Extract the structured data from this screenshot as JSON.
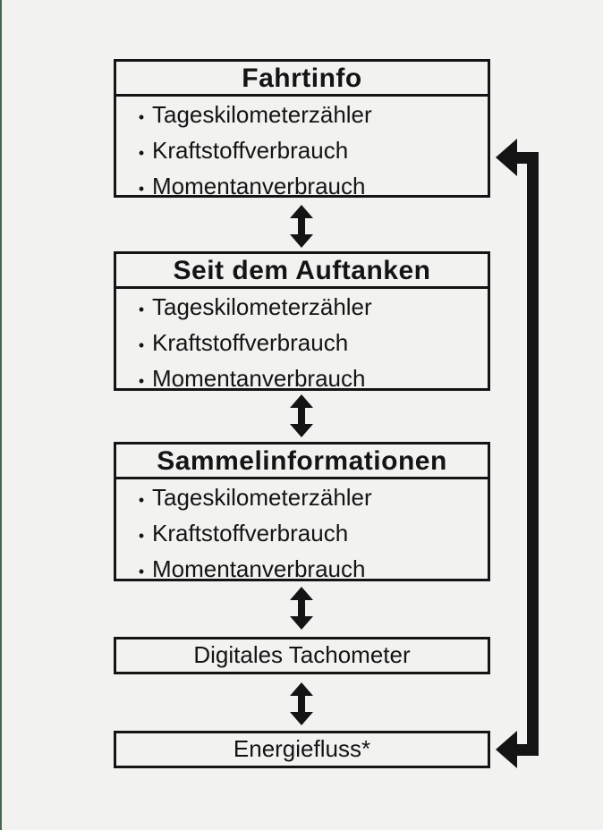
{
  "page": {
    "background": "#f2f3f1",
    "edge_line_color": "#47684f"
  },
  "diagram": {
    "bullet_char": "•",
    "colors": {
      "ink": "#141414",
      "bg": "#f2f3f1",
      "edge": "#47684f"
    },
    "menus": [
      {
        "title": "Fahrtinfo",
        "items": [
          "Tageskilometerzähler",
          "Kraftstoffverbrauch",
          "Momentanverbrauch"
        ]
      },
      {
        "title": "Seit dem Auftanken",
        "items": [
          "Tageskilometerzähler",
          "Kraftstoffverbrauch",
          "Momentanverbrauch"
        ]
      },
      {
        "title": "Sammelinformationen",
        "items": [
          "Tageskilometerzähler",
          "Kraftstoffverbrauch",
          "Momentanverbrauch"
        ]
      },
      {
        "title": "Digitales Tachometer",
        "items": []
      },
      {
        "title": "Energiefluss*",
        "items": []
      }
    ]
  }
}
